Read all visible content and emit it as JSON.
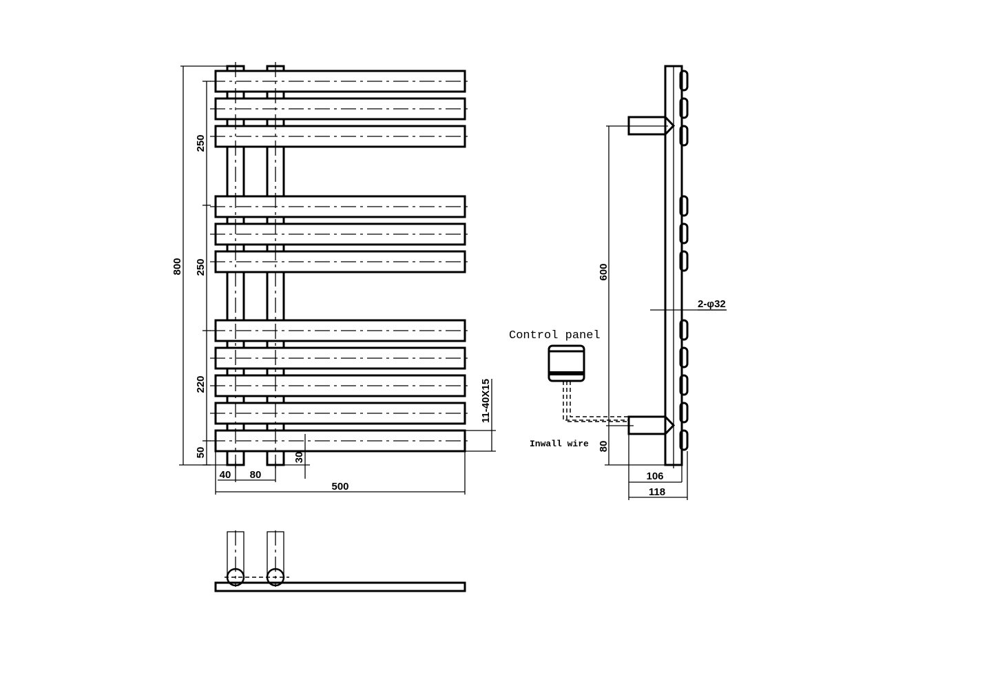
{
  "front_view": {
    "bar_count": 11,
    "dimensions": {
      "overall_height": "800",
      "group1": "250",
      "group2": "250",
      "group3": "220",
      "bottom": "50",
      "pipe_offset": "40",
      "pipe_spacing": "80",
      "stub": "30",
      "width": "500",
      "bar_spec": "11-40X15"
    }
  },
  "side_view": {
    "dimensions": {
      "pipe_centers": "600",
      "bottom_offset": "80",
      "depth_inner": "106",
      "depth_outer": "118",
      "pipe_diameter": "2-φ32"
    },
    "control_panel_label": "Control panel",
    "wire_label": "Inwall wire"
  }
}
